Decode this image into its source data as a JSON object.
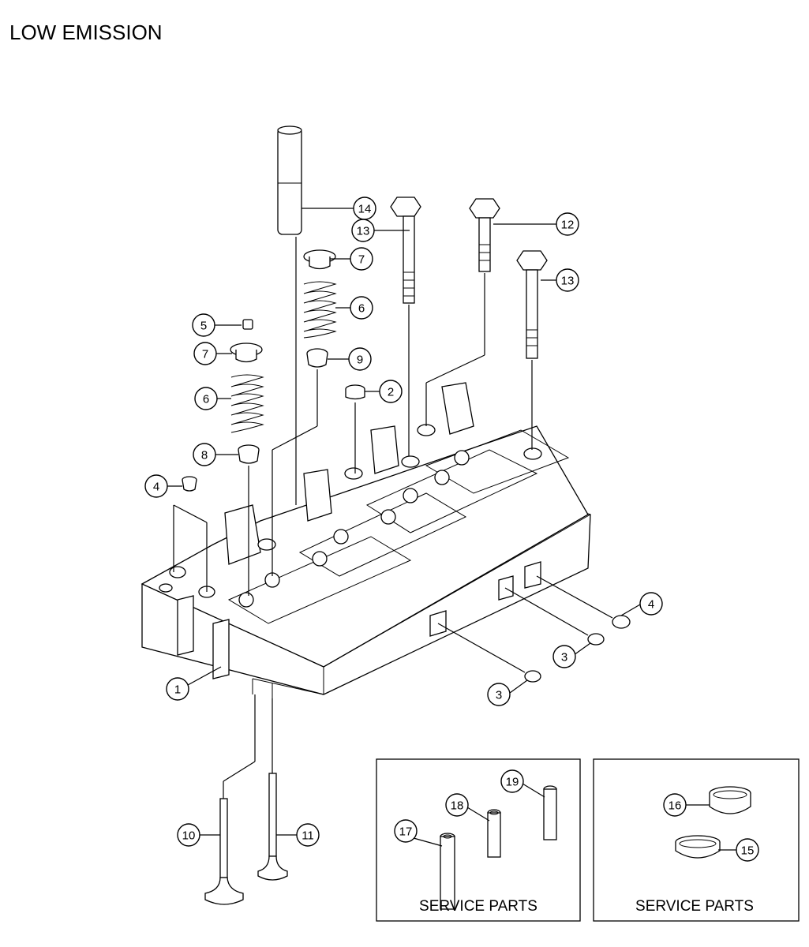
{
  "title": "LOW EMISSION",
  "callouts": {
    "c1": "1",
    "c2": "2",
    "c3a": "3",
    "c3b": "3",
    "c4a": "4",
    "c4b": "4",
    "c5": "5",
    "c6a": "6",
    "c6b": "6",
    "c7a": "7",
    "c7b": "7",
    "c8": "8",
    "c9": "9",
    "c10": "10",
    "c11": "11",
    "c12": "12",
    "c13a": "13",
    "c13b": "13",
    "c14": "14",
    "c15": "15",
    "c16": "16",
    "c17": "17",
    "c18": "18",
    "c19": "19"
  },
  "service_box_left": {
    "label": "SERVICE PARTS"
  },
  "service_box_right": {
    "label": "SERVICE PARTS"
  }
}
